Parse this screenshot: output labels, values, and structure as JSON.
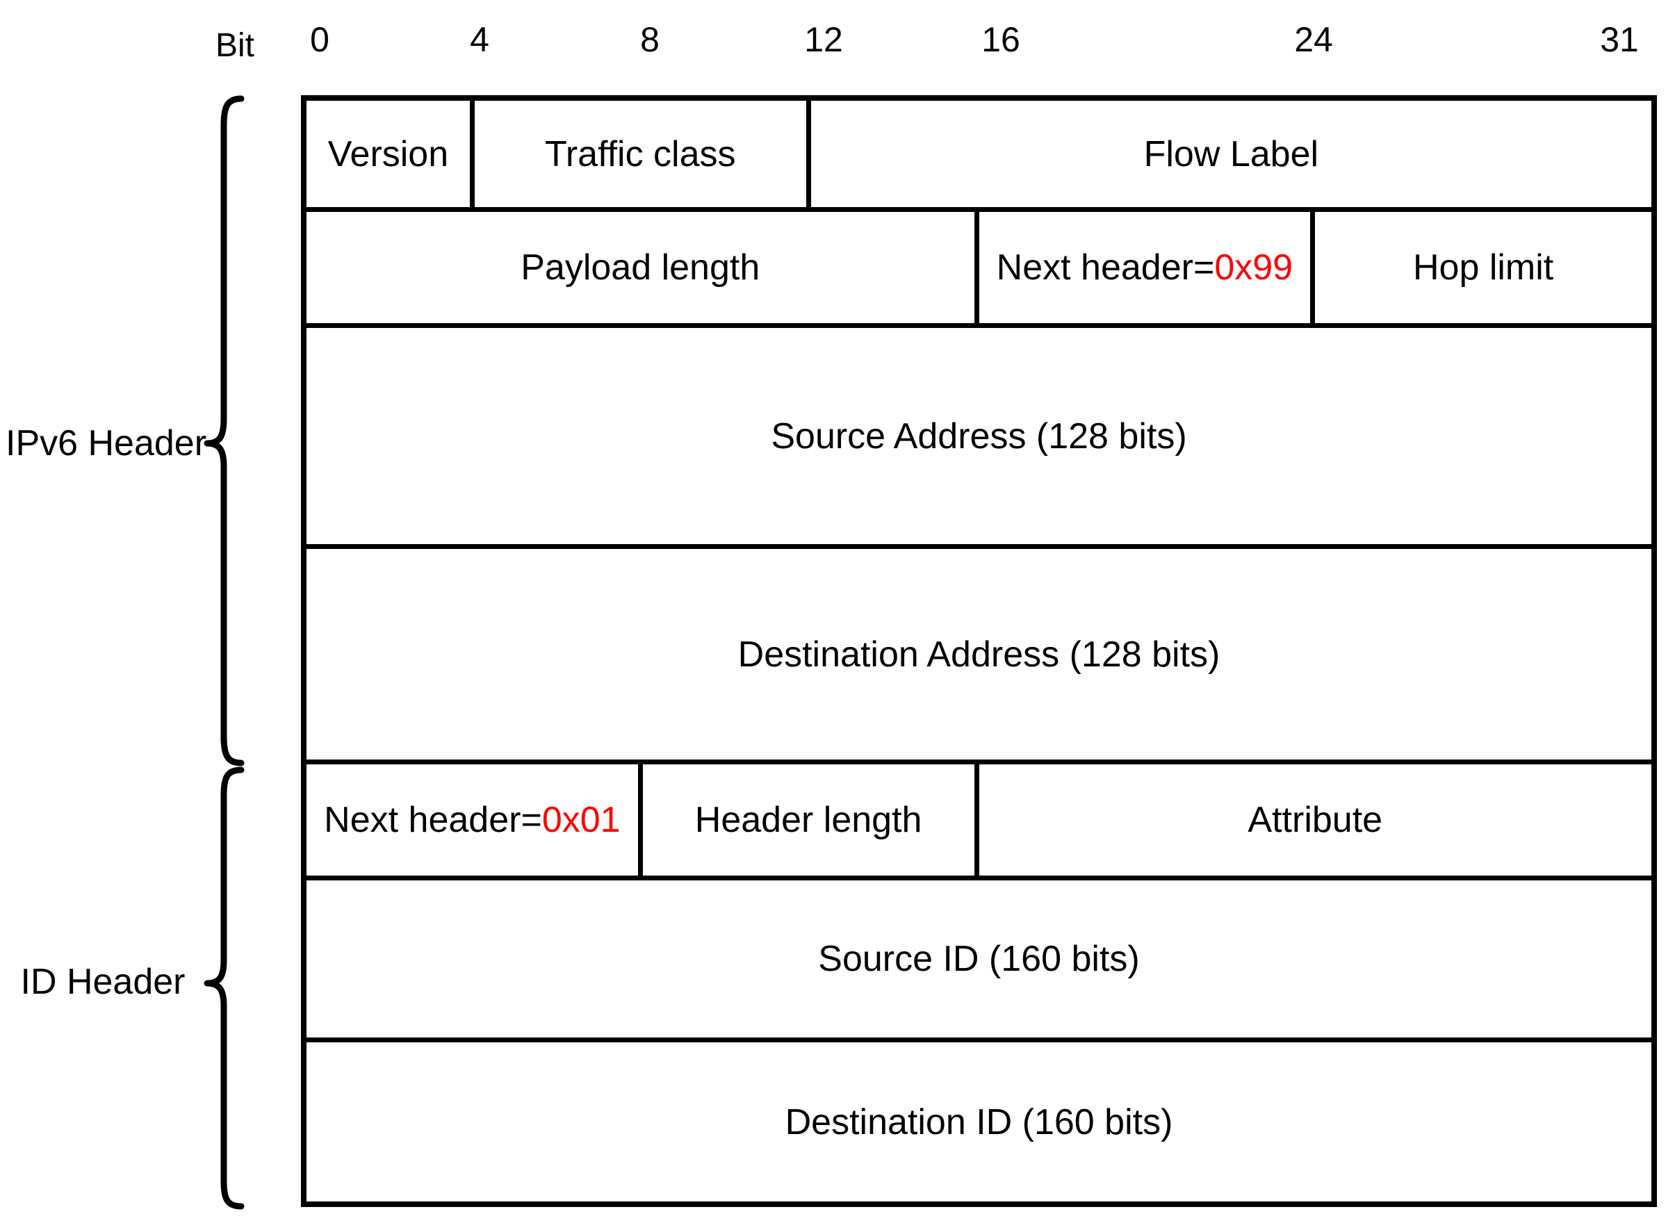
{
  "bit_ruler": {
    "axis_label": "Bit",
    "total_bits": 32,
    "ticks": [
      {
        "bit": 0,
        "label": "0"
      },
      {
        "bit": 4,
        "label": "4"
      },
      {
        "bit": 8,
        "label": "8"
      },
      {
        "bit": 12,
        "label": "12"
      },
      {
        "bit": 16,
        "label": "16"
      },
      {
        "bit": 24,
        "label": "24"
      },
      {
        "bit": 31,
        "label": "31"
      }
    ]
  },
  "groups": [
    {
      "label": "IPv6 Header",
      "rows_spanned": [
        0,
        1,
        2,
        3
      ]
    },
    {
      "label": "ID Header",
      "rows_spanned": [
        4,
        5,
        6
      ]
    }
  ],
  "rows": [
    {
      "fields": [
        {
          "label": "Version",
          "bits": 4
        },
        {
          "label": "Traffic class",
          "bits": 8
        },
        {
          "label": "Flow Label",
          "bits": 20
        }
      ]
    },
    {
      "fields": [
        {
          "label": "Payload length",
          "bits": 16
        },
        {
          "label_prefix": "Next header=",
          "value": "0x99",
          "bits": 8
        },
        {
          "label": "Hop limit",
          "bits": 8
        }
      ]
    },
    {
      "fields": [
        {
          "label": "Source Address (128 bits)",
          "bits": 128
        }
      ]
    },
    {
      "fields": [
        {
          "label": "Destination Address (128 bits)",
          "bits": 128
        }
      ]
    },
    {
      "fields": [
        {
          "label_prefix": "Next header=",
          "value": "0x01",
          "bits": 8
        },
        {
          "label": "Header length",
          "bits": 8
        },
        {
          "label": "Attribute",
          "bits": 16
        }
      ]
    },
    {
      "fields": [
        {
          "label": "Source ID (160 bits)",
          "bits": 160
        }
      ]
    },
    {
      "fields": [
        {
          "label": "Destination ID (160 bits)",
          "bits": 160
        }
      ]
    }
  ],
  "colors": {
    "line": "#000000",
    "text": "#000000",
    "value_highlight": "#FF0000",
    "background": "#FFFFFF"
  }
}
